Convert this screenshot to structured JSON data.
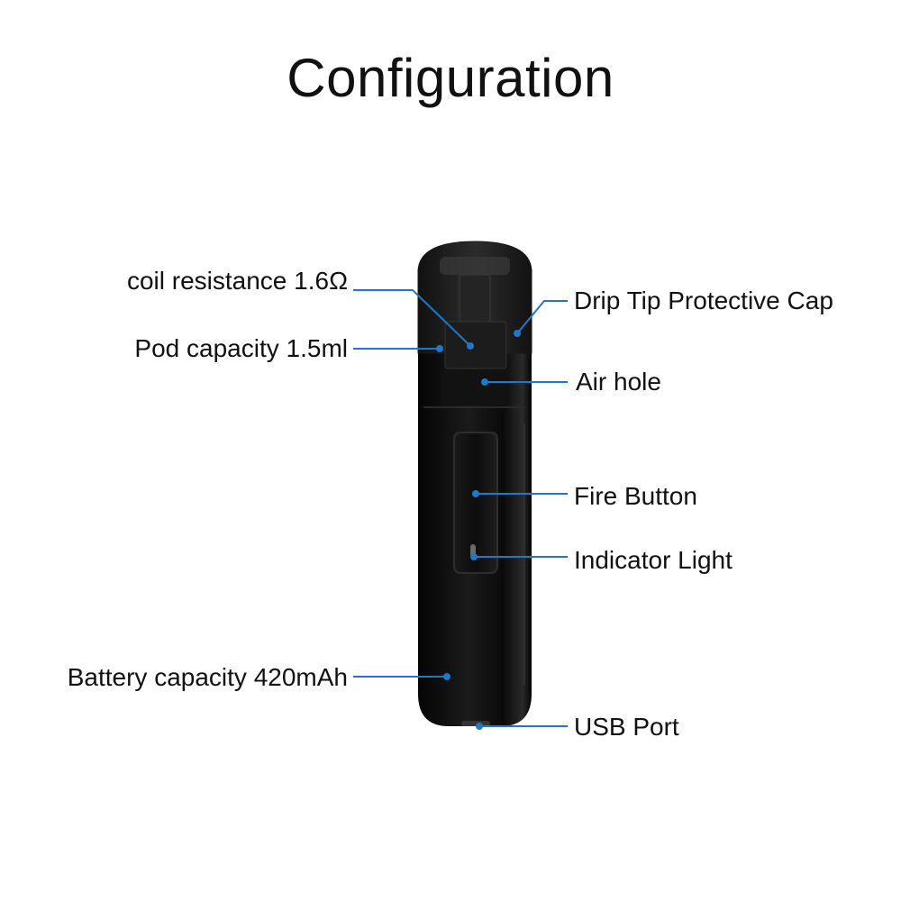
{
  "title": "Configuration",
  "accent_color": "#1f78c8",
  "device_color": "#0b0b0b",
  "labels": {
    "coil_resistance": "coil resistance 1.6Ω",
    "pod_capacity": "Pod capacity 1.5ml",
    "battery_capacity": "Battery capacity 420mAh",
    "drip_tip_cap": "Drip Tip Protective Cap",
    "air_hole": "Air hole",
    "fire_button": "Fire Button",
    "indicator_light": "Indicator Light",
    "usb_port": "USB Port"
  }
}
